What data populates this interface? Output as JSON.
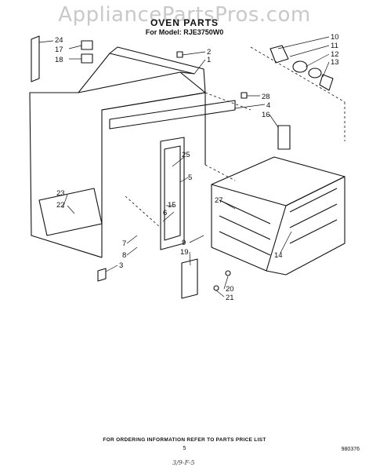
{
  "watermark": "AppliancePartsPros.com",
  "title": "OVEN PARTS",
  "model_line": "For Model: RJE3750W0",
  "footer_note": "FOR ORDERING INFORMATION REFER TO PARTS PRICE LIST",
  "page_number": "5",
  "doc_number": "980376",
  "handwritten_note": "3/9-F-5",
  "callouts": [
    "24",
    "17",
    "18",
    "2",
    "1",
    "10",
    "11",
    "12",
    "13",
    "28",
    "4",
    "16",
    "25",
    "5",
    "27",
    "23",
    "22",
    "15",
    "6",
    "9",
    "19",
    "14",
    "7",
    "8",
    "3",
    "20",
    "21"
  ]
}
